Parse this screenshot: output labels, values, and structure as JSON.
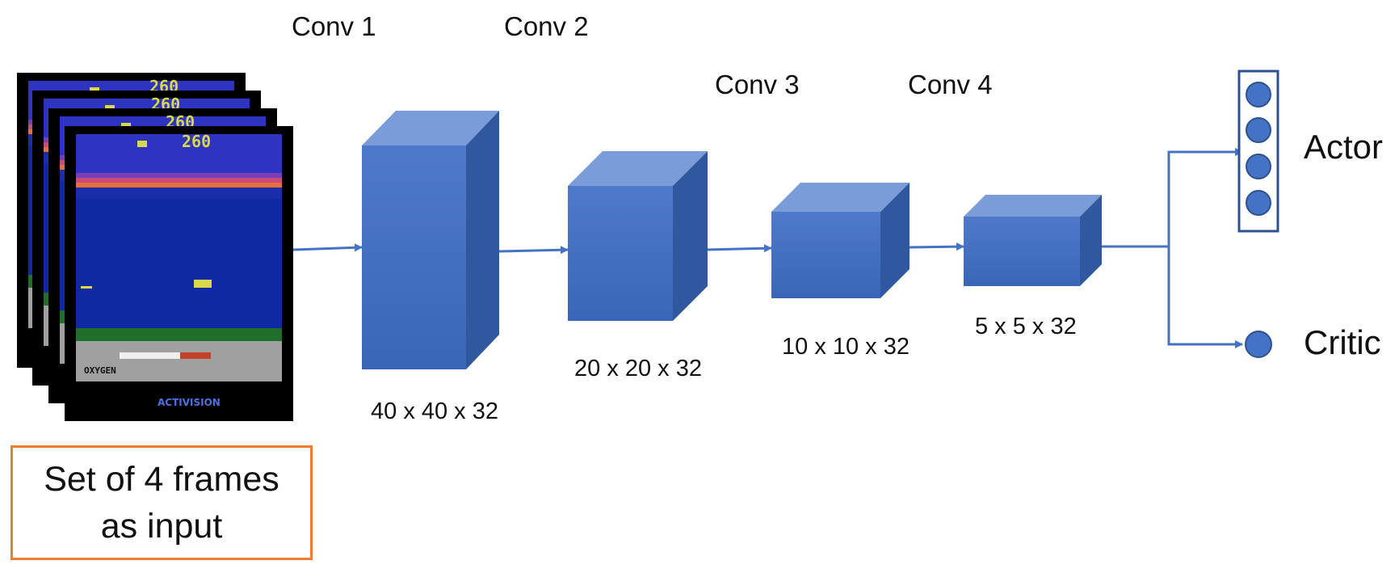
{
  "input": {
    "score": "260",
    "oxygen_label": "OXYGEN",
    "brand": "ACTIVISION",
    "caption_line1": "Set of 4 frames",
    "caption_line2": "as input"
  },
  "layers": [
    {
      "name": "Conv 1",
      "dims": "40 x 40 x 32"
    },
    {
      "name": "Conv 2",
      "dims": "20 x 20 x 32"
    },
    {
      "name": "Conv 3",
      "dims": "10 x 10 x 32"
    },
    {
      "name": "Conv 4",
      "dims": "5 x 5 x 32"
    }
  ],
  "outputs": {
    "actor": "Actor",
    "critic": "Critic"
  },
  "colors": {
    "block_front": "#4472C4",
    "block_top": "#7A9CD8",
    "block_side": "#30589E",
    "arrow": "#4472C4",
    "input_border": "#ED7D31",
    "sky": "#2E34C0",
    "sea": "#0F2AA0",
    "seabed": "#A0A0A0"
  }
}
